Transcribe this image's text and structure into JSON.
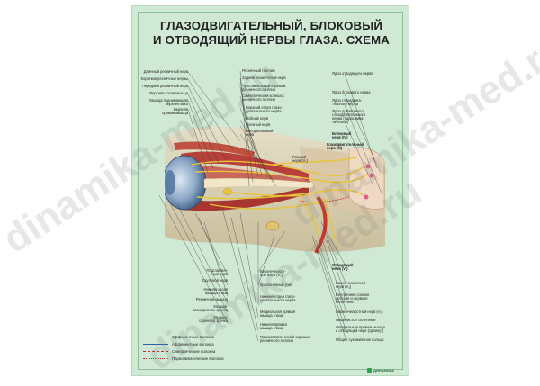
{
  "poster": {
    "title_line1": "ГЛАЗОДВИГАТЕЛЬНЫЙ, БЛОКОВЫЙ",
    "title_line2": "И ОТВОДЯЩИЙ НЕРВЫ ГЛАЗА. СХЕМА"
  },
  "labels_left_top": [
    "Длинный ресничный нерв",
    "Короткие ресничные нервы",
    "Передний ресничный нерв",
    "Верхняя косая мышца",
    "Мышца поднимающая",
    "верхнее веко",
    "Верхняя",
    "прямая мышца"
  ],
  "labels_mid_top": [
    "Ресничный ганглий",
    "Задний решетчатый нерв",
    "Чувствительный корешок",
    "ресничного ганглия",
    "Симпатический корешок",
    "ресничного ганглия",
    "Верхний отдел глазо-",
    "двигательного нерва",
    "Лобный нерв",
    "Слезный нерв",
    "Носоресничный",
    "нерв"
  ],
  "labels_right_top": [
    "Ядро отводящего нерва",
    "Ядро блокового нерва",
    "Ядро глазодвига-",
    "тельного нерва",
    "Ядро добавочного",
    "глазодвигательного",
    "нерва (парасимпа-",
    "тическое)"
  ],
  "labels_right_bold": [
    "Блоковый",
    "нерв (IV)",
    "Глазодвигательный",
    "нерв (III)"
  ],
  "label_optic": [
    "Глазной",
    "нерв (V₁)"
  ],
  "labels_left_bottom": [
    "Подглазнич-",
    "ный нерв",
    "Скуловой нерв",
    "Нижняя косая",
    "мышца глаза",
    "Ресничная мышца",
    "Мышца-",
    "расширитель зрачка",
    "Мышца-",
    "сфинктер зрачка"
  ],
  "labels_mid_bottom": [
    "Верхнечелюст-",
    "ной нерв (V₂)",
    "Крылонёбный узел",
    "Нижний отдел глазо-",
    "двигательного нерва",
    "Медиальная прямая",
    "мышца глаза",
    "Нижняя прямая",
    "мышца глаза",
    "Парасимпатический корешок",
    "ресничного ганглия"
  ],
  "labels_right_bottom_bold": [
    "Отводящий",
    "нерв (VI)"
  ],
  "labels_right_bottom": [
    "Нижнечелюстной",
    "нерв (V₃)",
    "Внутренняя сонная",
    "артерия и нервное",
    "сплетение",
    "Верхнечелюстной нерв (V₂)",
    "Пещеристое сплетение",
    "Латеральная прямая мышца",
    "и отводящий нерв (сдвинут)",
    "Общее сухожильное кольцо"
  ],
  "legend": [
    {
      "label": "Эфферентные волокна",
      "color": "#1d1d1d",
      "style": "solid"
    },
    {
      "label": "Афферентные волокна",
      "color": "#2b5fb0",
      "style": "solid"
    },
    {
      "label": "Симпатические волокна",
      "color": "#d02828",
      "style": "dashed"
    },
    {
      "label": "Парасимпатические волокна",
      "color": "#d02828",
      "style": "dotted"
    }
  ],
  "brand": "ДИНАМИКА",
  "watermark": "dinamika-med.ru",
  "colors": {
    "poster_bg": "#cfe9d4",
    "nerve_yellow": "#e8c43a",
    "muscle_red": "#b8403a",
    "eye_blue": "#6f8fb5"
  }
}
